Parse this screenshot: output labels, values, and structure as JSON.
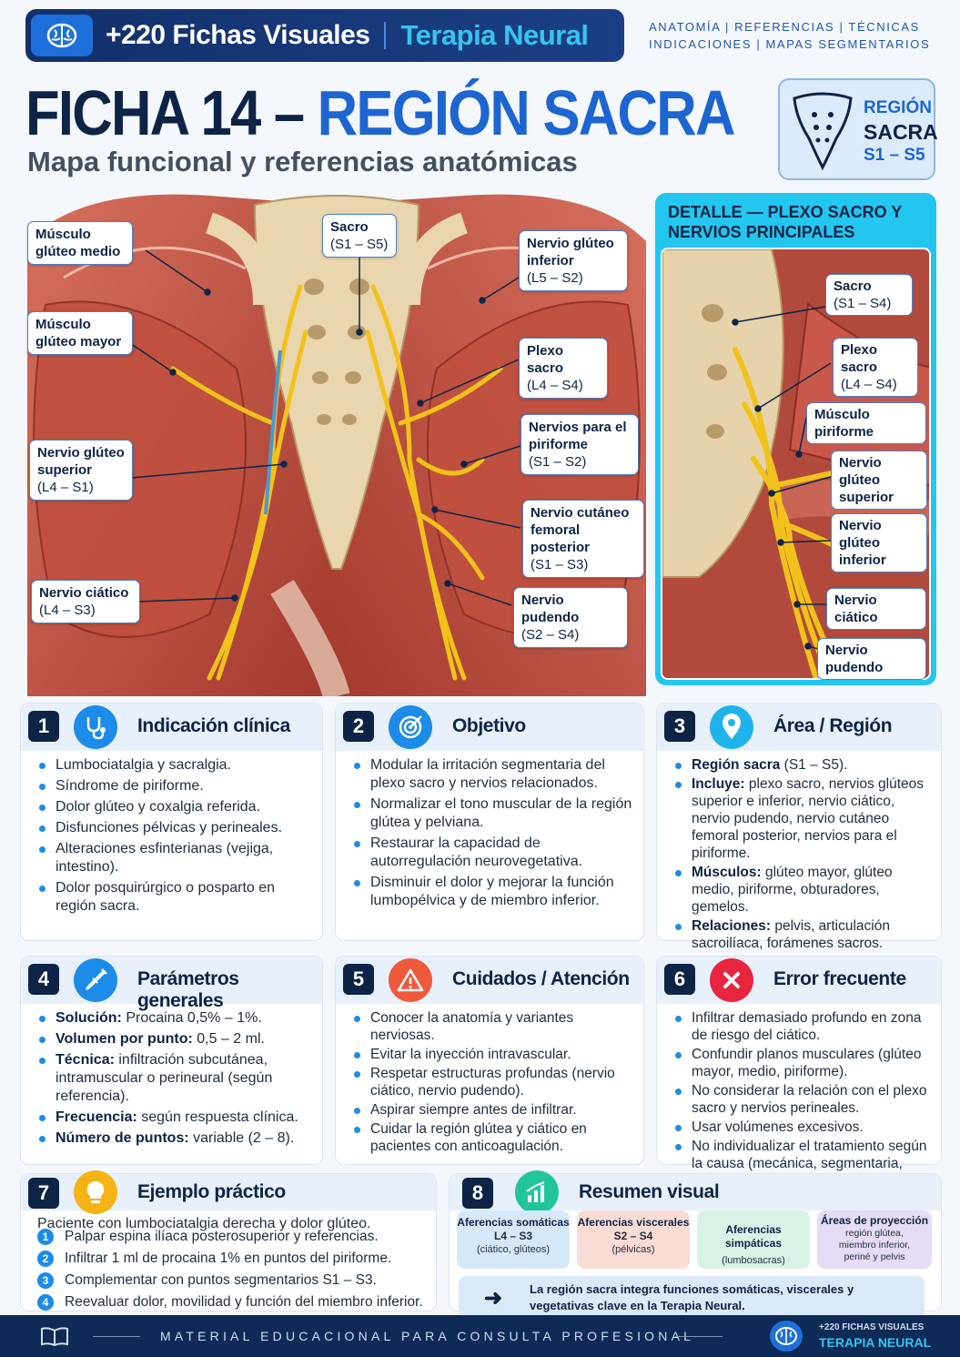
{
  "header": {
    "banner_title": "+220 Fichas Visuales",
    "banner_brand": "Terapia Neural",
    "links_line1": "ANATOMÍA  |  REFERENCIAS  |  TÉCNICAS",
    "links_line2": "INDICACIONES  |  MAPAS SEGMENTARIOS"
  },
  "title": {
    "part1": "FICHA 14 – ",
    "part2": "REGIÓN SACRA",
    "subtitle": "Mapa funcional y referencias anatómicas"
  },
  "region_badge": {
    "line1": "REGIÓN",
    "line2": "SACRA",
    "line3": "S1 – S5"
  },
  "main_labels": [
    {
      "name": "Músculo glúteo medio",
      "range": ""
    },
    {
      "name": "Sacro",
      "range": "(S1 – S5)"
    },
    {
      "name": "Nervio glúteo inferior",
      "range": "(L5 – S2)"
    },
    {
      "name": "Músculo glúteo mayor",
      "range": ""
    },
    {
      "name": "Plexo sacro",
      "range": "(L4 – S4)"
    },
    {
      "name": "Nervio glúteo superior",
      "range": "(L4 – S1)"
    },
    {
      "name": "Nervios para el piriforme",
      "range": "(S1 – S2)"
    },
    {
      "name": "Nervio cutáneo femoral posterior",
      "range": "(S1 – S3)"
    },
    {
      "name": "Nervio ciático",
      "range": "(L4 – S3)"
    },
    {
      "name": "Nervio pudendo",
      "range": "(S2 – S4)"
    }
  ],
  "detail": {
    "title": "DETALLE — PLEXO SACRO Y NERVIOS PRINCIPALES",
    "labels": [
      {
        "name": "Sacro",
        "range": "(S1 – S4)"
      },
      {
        "name": "Plexo sacro",
        "range": "(L4 – S4)"
      },
      {
        "name": "Músculo piriforme",
        "range": ""
      },
      {
        "name": "Nervio glúteo superior",
        "range": ""
      },
      {
        "name": "Nervio glúteo inferior",
        "range": ""
      },
      {
        "name": "Nervio ciático",
        "range": ""
      },
      {
        "name": "Nervio pudendo",
        "range": ""
      }
    ]
  },
  "cards": {
    "c1": {
      "num": "1",
      "title": "Indicación clínica",
      "icon": "stethoscope-icon",
      "color": "#1d8be8",
      "items": [
        "Lumbociatalgia y sacralgia.",
        "Síndrome de piriforme.",
        "Dolor glúteo y coxalgia referida.",
        "Disfunciones pélvicas y perineales.",
        "Alteraciones esfinterianas (vejiga, intestino).",
        "Dolor posquirúrgico o posparto en región sacra."
      ]
    },
    "c2": {
      "num": "2",
      "title": "Objetivo",
      "icon": "target-icon",
      "color": "#1d8be8",
      "items": [
        "Modular la irritación segmentaria del plexo sacro y nervios relacionados.",
        "Normalizar el tono muscular de la región glútea y pelviana.",
        "Restaurar la capacidad de autorregulación neurovegetativa.",
        "Disminuir el dolor y mejorar la función lumbopélvica y de miembro inferior."
      ]
    },
    "c3": {
      "num": "3",
      "title": "Área / Región",
      "icon": "location-pin-icon",
      "color": "#1fb3ec",
      "items": [
        {
          "b": "Región sacra",
          "t": " (S1 – S5)."
        },
        {
          "b": "Incluye:",
          "t": " plexo sacro, nervios glúteos superior e inferior, nervio ciático, nervio pudendo, nervio cutáneo femoral posterior, nervios para el piriforme."
        },
        {
          "b": "Músculos:",
          "t": " glúteo mayor, glúteo medio, piriforme, obturadores, gemelos."
        },
        {
          "b": "Relaciones:",
          "t": " pelvis, articulación sacroilíaca, forámenes sacros."
        }
      ]
    },
    "c4": {
      "num": "4",
      "title": "Parámetros generales",
      "icon": "syringe-icon",
      "color": "#1d8be8",
      "items": [
        {
          "b": "Solución:",
          "t": " Procaina 0,5% – 1%."
        },
        {
          "b": "Volumen por punto:",
          "t": " 0,5 – 2 ml."
        },
        {
          "b": "Técnica:",
          "t": " infiltración subcutánea, intramuscular o perineural (según referencia)."
        },
        {
          "b": "Frecuencia:",
          "t": " según respuesta clínica."
        },
        {
          "b": "Número de puntos:",
          "t": " variable (2 – 8)."
        }
      ]
    },
    "c5": {
      "num": "5",
      "title": "Cuidados / Atención",
      "icon": "warning-icon",
      "color": "#ef5a3c",
      "items": [
        "Conocer la anatomía y variantes nerviosas.",
        "Evitar la inyección intravascular.",
        "Respetar estructuras profundas (nervio ciático, nervio pudendo).",
        "Aspirar siempre antes de infiltrar.",
        "Cuidar la región glútea y ciático en pacientes con anticoagulación."
      ]
    },
    "c6": {
      "num": "6",
      "title": "Error frecuente",
      "icon": "error-x-icon",
      "color": "#e8253f",
      "items": [
        "Infiltrar demasiado profundo en zona de riesgo del ciático.",
        "Confundir planos musculares (glúteo mayor, medio, piriforme).",
        "No considerar la relación con el plexo sacro y nervios perineales.",
        "Usar volúmenes excesivos.",
        "No individualizar el tratamiento según la causa (mecánica, segmentaria, postquirúrgica, etc.)."
      ]
    },
    "c7": {
      "num": "7",
      "title": "Ejemplo práctico",
      "icon": "lightbulb-icon",
      "color": "#f5b316",
      "intro": "Paciente con lumbociatalgia derecha y dolor glúteo.",
      "steps": [
        {
          "n": "1",
          "t": "Palpar espina ilíaca posterosuperior y referencias."
        },
        {
          "n": "2",
          "t": "Infiltrar 1 ml de procaina 1% en puntos del piriforme."
        },
        {
          "n": "3",
          "t": "Complementar con puntos segmentarios S1 – S3."
        },
        {
          "n": "4",
          "t": "Reevaluar dolor, movilidad y función del miembro inferior."
        }
      ]
    },
    "c8": {
      "num": "8",
      "title": "Resumen visual",
      "icon": "bar-chart-icon",
      "color": "#22c59a",
      "boxes": [
        {
          "h": "Aferencias somáticas",
          "v1": "L4 – S3",
          "v2": "(ciático, glúteos)",
          "bg": "#d6e9fb"
        },
        {
          "h": "Aferencias viscerales",
          "v1": "S2 – S4",
          "v2": "(pélvicas)",
          "bg": "#fbdcd4"
        },
        {
          "h": "Aferencias simpáticas",
          "v1": "",
          "v2": "(lumbosacras)",
          "bg": "#d8f3e6"
        },
        {
          "h": "Áreas de proyección",
          "v1": "",
          "v2": "región glútea, miembro inferior, periné y pelvis",
          "bg": "#e6dcf5"
        }
      ],
      "bar_text": "La región sacra integra funciones somáticas, viscerales y vegetativas clave en la Terapia Neural."
    }
  },
  "footer": {
    "center": "MATERIAL EDUCACIONAL PARA CONSULTA PROFESIONAL",
    "brand_small": "+220 FICHAS VISUALES",
    "brand_big": "TERAPIA NEURAL"
  }
}
